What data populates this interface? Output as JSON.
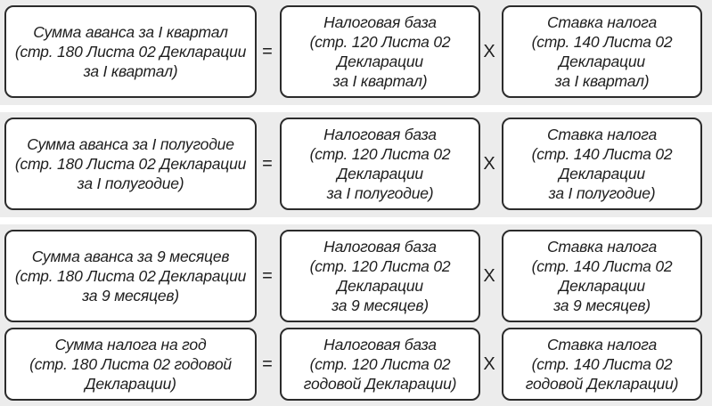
{
  "rows": [
    {
      "left": [
        "Сумма аванса за I квартал",
        "(стр. 180 Листа 02 Декларации",
        "за I квартал)"
      ],
      "middle": [
        "Налоговая база",
        "(стр. 120 Листа 02",
        "Декларации",
        "за I квартал)"
      ],
      "right": [
        "Ставка налога",
        "(стр. 140 Листа 02",
        "Декларации",
        "за I квартал)"
      ]
    },
    {
      "left": [
        "Сумма аванса за I полугодие",
        "(стр. 180 Листа 02 Декларации",
        "за I полугодие)"
      ],
      "middle": [
        "Налоговая база",
        "(стр. 120 Листа 02",
        "Декларации",
        "за I полугодие)"
      ],
      "right": [
        "Ставка налога",
        "(стр. 140 Листа 02",
        "Декларации",
        "за I полугодие)"
      ]
    },
    {
      "left": [
        "Сумма аванса за 9 месяцев",
        "(стр. 180 Листа 02 Декларации",
        "за 9 месяцев)"
      ],
      "middle": [
        "Налоговая база",
        "(стр. 120 Листа 02",
        "Декларации",
        "за 9 месяцев)"
      ],
      "right": [
        "Ставка налога",
        "(стр. 140 Листа 02",
        "Декларации",
        "за 9 месяцев)"
      ]
    },
    {
      "left": [
        "Сумма налога на год",
        "(стр. 180 Листа 02 годовой",
        "Декларации)"
      ],
      "middle": [
        "Налоговая база",
        "(стр. 120 Листа 02",
        "годовой Декларации)"
      ],
      "right": [
        "Ставка налога",
        "(стр. 140 Листа 02",
        "годовой Декларации)"
      ]
    }
  ],
  "operators": {
    "equals": "=",
    "multiply": "X"
  }
}
